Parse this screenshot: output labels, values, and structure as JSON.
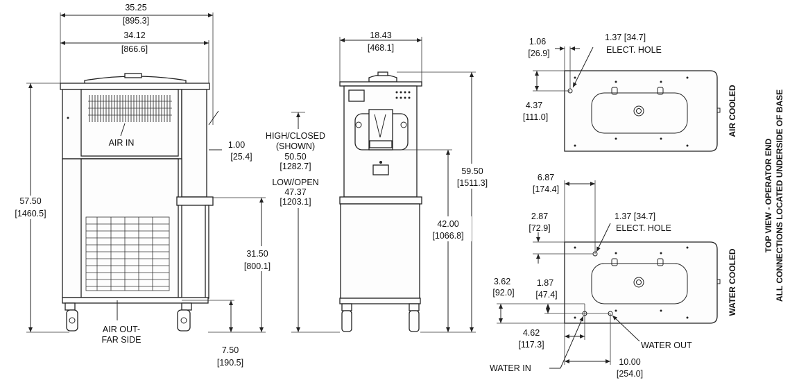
{
  "side_view": {
    "overall_width": {
      "inch": "35.25",
      "mm": "[895.3]"
    },
    "cabinet_width": {
      "inch": "34.12",
      "mm": "[866.6]"
    },
    "overall_height": {
      "inch": "57.50",
      "mm": "[1460.5]"
    },
    "offset": {
      "inch": "1.00",
      "mm": "[25.4]"
    },
    "tray_height": {
      "inch": "31.50",
      "mm": "[800.1]"
    },
    "wheel_offset": {
      "inch": "7.50",
      "mm": "[190.5]"
    },
    "air_in_label": "AIR IN",
    "air_out_label_1": "AIR OUT-",
    "air_out_label_2": "FAR SIDE"
  },
  "front_view": {
    "width": {
      "inch": "18.43",
      "mm": "[468.1]"
    },
    "high_closed": {
      "line1": "HIGH/CLOSED",
      "line2": "(SHOWN)",
      "inch": "50.50",
      "mm": "[1282.7]"
    },
    "low_open": {
      "line1": "LOW/OPEN",
      "inch": "47.37",
      "mm": "[1203.1]"
    },
    "overall_height": {
      "inch": "59.50",
      "mm": "[1511.3]"
    },
    "spout_height": {
      "inch": "42.00",
      "mm": "[1066.8]"
    }
  },
  "top_view_air": {
    "dim_x": {
      "inch": "1.06",
      "mm": "[26.9]"
    },
    "hole": {
      "text": "1.37 [34.7]",
      "label": "ELECT. HOLE"
    },
    "dim_y": {
      "inch": "4.37",
      "mm": "[111.0]"
    },
    "title": "AIR COOLED"
  },
  "top_view_water": {
    "dim_a": {
      "inch": "6.87",
      "mm": "[174.4]"
    },
    "dim_b": {
      "inch": "2.87",
      "mm": "[72.9]"
    },
    "hole": {
      "text": "1.37 [34.7]",
      "label": "ELECT. HOLE"
    },
    "dim_c": {
      "inch": "3.62",
      "mm": "[92.0]"
    },
    "dim_d": {
      "inch": "1.87",
      "mm": "[47.4]"
    },
    "dim_e": {
      "inch": "4.62",
      "mm": "[117.3]"
    },
    "dim_f": {
      "inch": "10.00",
      "mm": "[254.0]"
    },
    "water_out": "WATER OUT",
    "water_in": "WATER IN",
    "title": "WATER COOLED"
  },
  "side_note": {
    "line1": "TOP VIEW - OPERATOR END",
    "line2": "ALL CONNECTIONS LOCATED UNDERSIDE OF BASE"
  }
}
